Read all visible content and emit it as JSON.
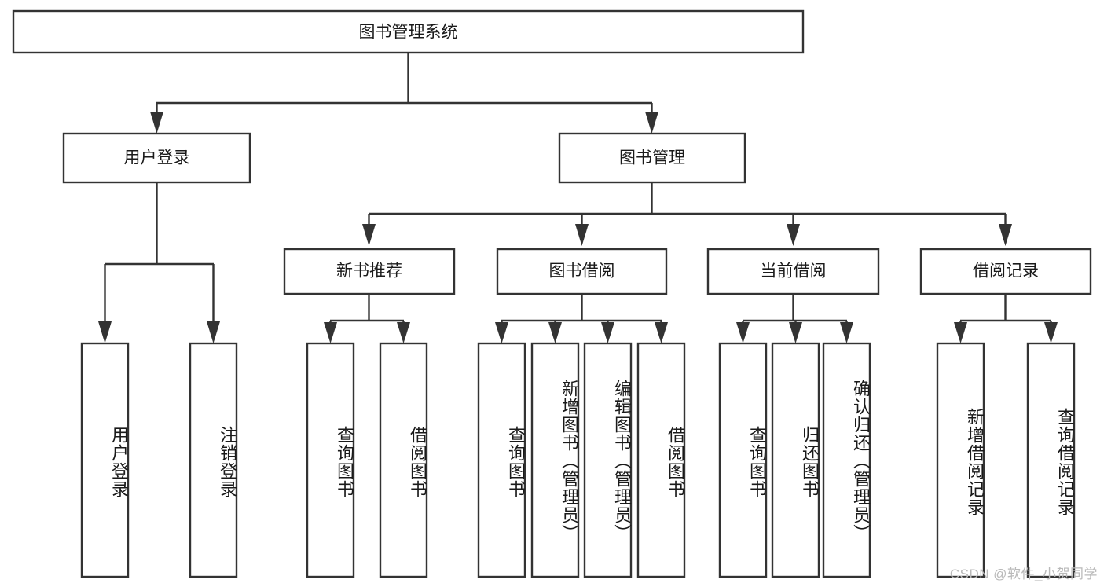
{
  "diagram": {
    "type": "tree-hierarchy",
    "title": "图书管理系统",
    "root": {
      "label": "图书管理系统"
    },
    "level2": [
      {
        "label": "用户登录"
      },
      {
        "label": "图书管理"
      }
    ],
    "level3": [
      {
        "label": "新书推荐"
      },
      {
        "label": "图书借阅"
      },
      {
        "label": "当前借阅"
      },
      {
        "label": "借阅记录"
      }
    ],
    "leaves_user_login": [
      {
        "label": "用户登录"
      },
      {
        "label": "注销登录"
      }
    ],
    "leaves_new_book": [
      {
        "label": "查询图书"
      },
      {
        "label": "借阅图书"
      }
    ],
    "leaves_borrow": [
      {
        "label": "查询图书"
      },
      {
        "label": "新增图书（管理员）"
      },
      {
        "label": "编辑图书（管理员）"
      },
      {
        "label": "借阅图书"
      }
    ],
    "leaves_current": [
      {
        "label": "查询图书"
      },
      {
        "label": "归还图书"
      },
      {
        "label": "确认归还（管理员）"
      }
    ],
    "leaves_records": [
      {
        "label": "新增借阅记录"
      },
      {
        "label": "查询借阅记录"
      }
    ]
  },
  "watermark": {
    "text": "CSDN @软件_小贺同学"
  },
  "colors": {
    "stroke": "#333333",
    "box_fill": "#ffffff",
    "text": "#1a1a1a",
    "watermark": "#b9b9b9",
    "background": "#ffffff"
  }
}
